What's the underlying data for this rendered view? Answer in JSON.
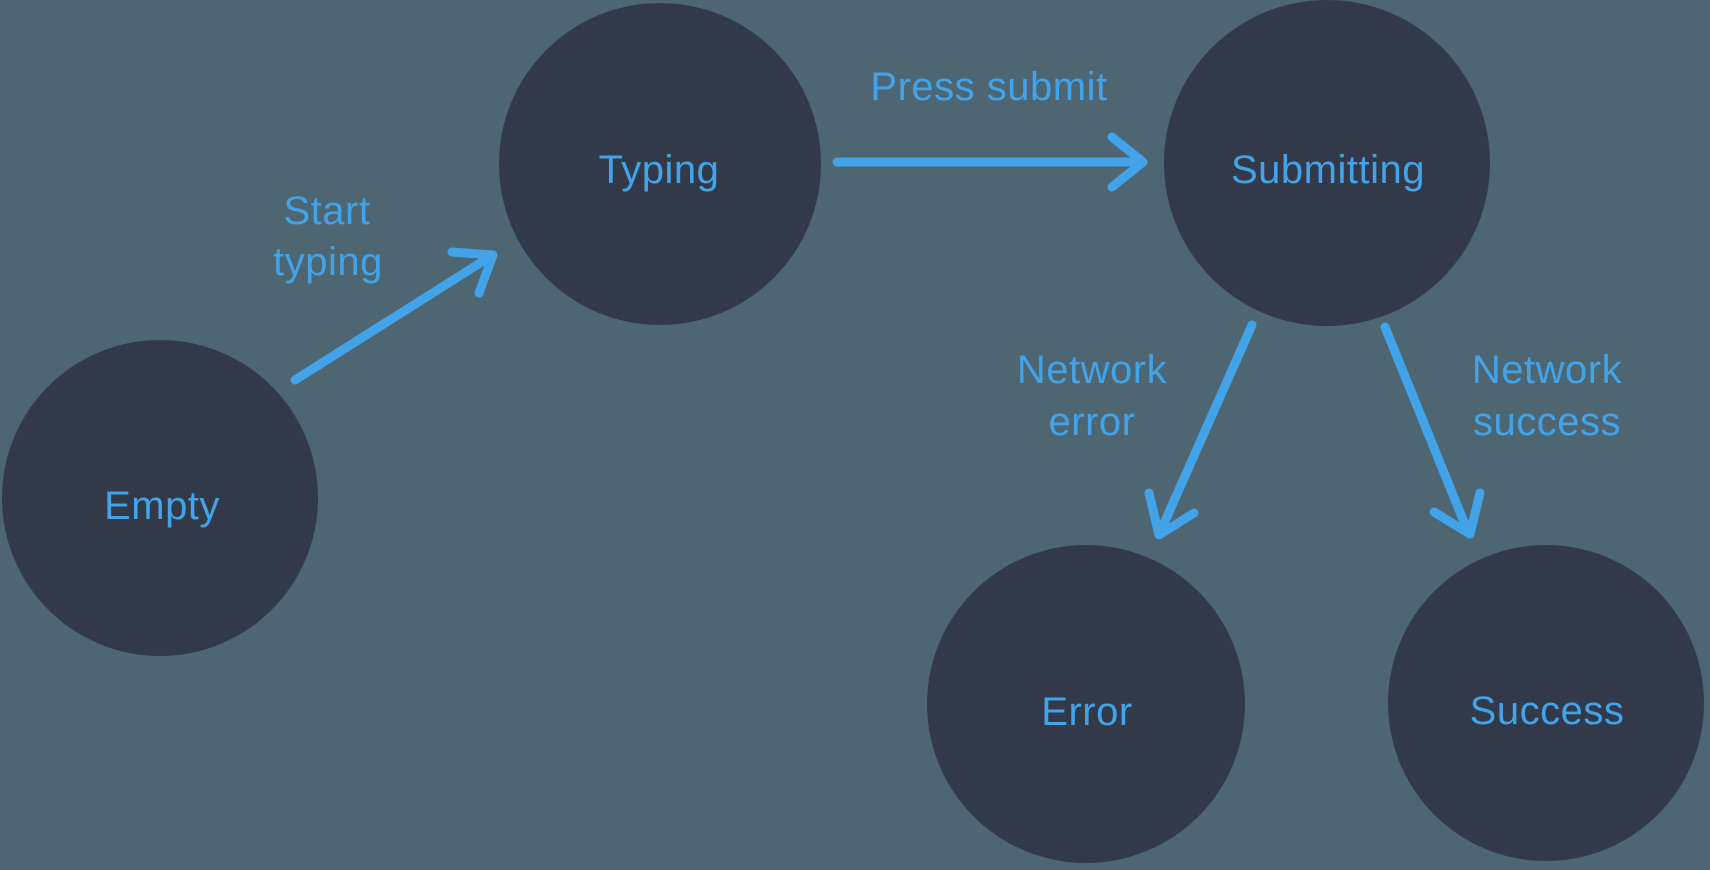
{
  "colors": {
    "background": "#4E6572",
    "node": "#323A49",
    "accent": "#42A3E8"
  },
  "states": {
    "empty": {
      "label": "Empty"
    },
    "typing": {
      "label": "Typing"
    },
    "submitting": {
      "label": "Submitting"
    },
    "error": {
      "label": "Error"
    },
    "success": {
      "label": "Success"
    }
  },
  "transitions": {
    "start_typing": {
      "from": "Empty",
      "to": "Typing",
      "line1": "Start",
      "line2": "typing"
    },
    "press_submit": {
      "from": "Typing",
      "to": "Submitting",
      "label": "Press submit"
    },
    "network_error": {
      "from": "Submitting",
      "to": "Error",
      "line1": "Network",
      "line2": "error"
    },
    "network_success": {
      "from": "Submitting",
      "to": "Success",
      "line1": "Network",
      "line2": "success"
    }
  }
}
